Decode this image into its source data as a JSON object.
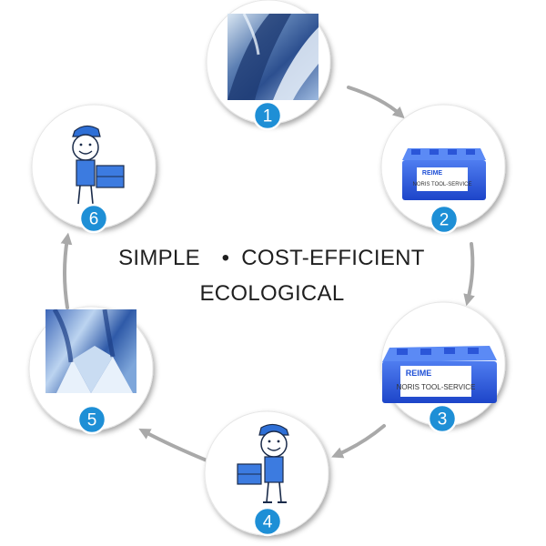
{
  "center_text": {
    "line1_left": "SIMPLE",
    "bullet": "•",
    "line1_right": "COST-EFFICIENT",
    "line2": "ECOLOGICAL"
  },
  "steps": [
    {
      "number": "1",
      "image": "worn-drill-tip-image"
    },
    {
      "number": "2",
      "image": "blue-tool-crate-image",
      "brand": "REIME",
      "label": "NORIS TOOL-SERVICE"
    },
    {
      "number": "3",
      "image": "blue-tool-crate-image",
      "brand": "REIME",
      "label": "NORIS TOOL-SERVICE"
    },
    {
      "number": "4",
      "image": "delivery-man-with-box-image"
    },
    {
      "number": "5",
      "image": "reground-drill-tip-image"
    },
    {
      "number": "6",
      "image": "delivery-man-with-box-image"
    }
  ],
  "colors": {
    "badge": "#1e8fd6",
    "arrow": "#a9a9a9",
    "crate": "#2a5be0",
    "text": "#1f1f1f"
  }
}
